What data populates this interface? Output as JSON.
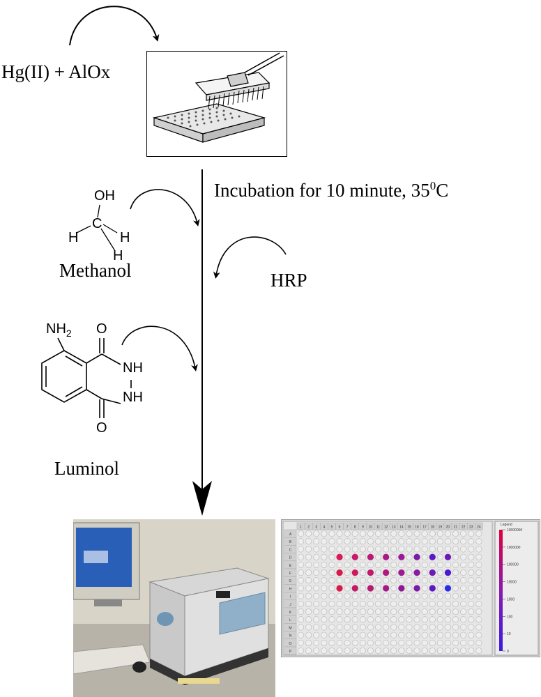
{
  "reagents": {
    "mercury_alox": "Hg(II) + AlOx",
    "methanol_label": "Methanol",
    "hrp_label": "HRP",
    "luminol_label": "Luminol"
  },
  "step": {
    "incubation_text": "Incubation for 10 minute, 35",
    "incubation_sup": "0",
    "incubation_unit": "C"
  },
  "methanol_atoms": {
    "o": "OH",
    "c": "C",
    "h1": "H",
    "h2": "H",
    "h3": "H"
  },
  "luminol_atoms": {
    "nh2": "NH",
    "nh2_sub": "2",
    "o_top": "O",
    "o_bottom": "O",
    "nh_a": "NH",
    "nh_b": "NH"
  },
  "heatmap": {
    "legend_title": "Legend",
    "legend_ticks": [
      "10000000",
      "1000000",
      "100000",
      "10000",
      "1000",
      "100",
      "10",
      "0"
    ],
    "row_labels": [
      "A",
      "B",
      "C",
      "D",
      "E",
      "F",
      "G",
      "H",
      "I",
      "J",
      "K",
      "L",
      "M",
      "N",
      "O",
      "P"
    ],
    "column_labels": [
      "1",
      "2",
      "3",
      "4",
      "5",
      "6",
      "7",
      "8",
      "9",
      "10",
      "11",
      "12",
      "13",
      "14",
      "15",
      "16",
      "17",
      "18",
      "19",
      "20",
      "21",
      "22",
      "23",
      "24"
    ],
    "colors": {
      "high": "#e0003a",
      "mid": "#8a1ab0",
      "low": "#3a1ae0"
    },
    "highlighted_rows": [
      {
        "row": "D",
        "wells": [
          {
            "col": 6,
            "c": "#d61a5a"
          },
          {
            "col": 8,
            "c": "#c8196b"
          },
          {
            "col": 10,
            "c": "#b81a78"
          },
          {
            "col": 12,
            "c": "#a61a88"
          },
          {
            "col": 14,
            "c": "#9a1a98"
          },
          {
            "col": 16,
            "c": "#7c1aa8"
          },
          {
            "col": 18,
            "c": "#5a1ac0"
          },
          {
            "col": 20,
            "c": "#6a1ab6"
          }
        ]
      },
      {
        "row": "F",
        "wells": [
          {
            "col": 6,
            "c": "#d61a4a"
          },
          {
            "col": 8,
            "c": "#cc1a5c"
          },
          {
            "col": 10,
            "c": "#c01a6c"
          },
          {
            "col": 12,
            "c": "#ae1a80"
          },
          {
            "col": 14,
            "c": "#9c1a92"
          },
          {
            "col": 16,
            "c": "#8a1aa0"
          },
          {
            "col": 18,
            "c": "#6c1ab2"
          },
          {
            "col": 20,
            "c": "#4a1ad0"
          }
        ]
      },
      {
        "row": "H",
        "wells": [
          {
            "col": 6,
            "c": "#d81a48"
          },
          {
            "col": 8,
            "c": "#c01a62"
          },
          {
            "col": 10,
            "c": "#b41a72"
          },
          {
            "col": 12,
            "c": "#a21a86"
          },
          {
            "col": 14,
            "c": "#8e1a98"
          },
          {
            "col": 16,
            "c": "#7a1aa8"
          },
          {
            "col": 18,
            "c": "#5c1abe"
          },
          {
            "col": 20,
            "c": "#2a2ae8"
          }
        ]
      }
    ]
  }
}
